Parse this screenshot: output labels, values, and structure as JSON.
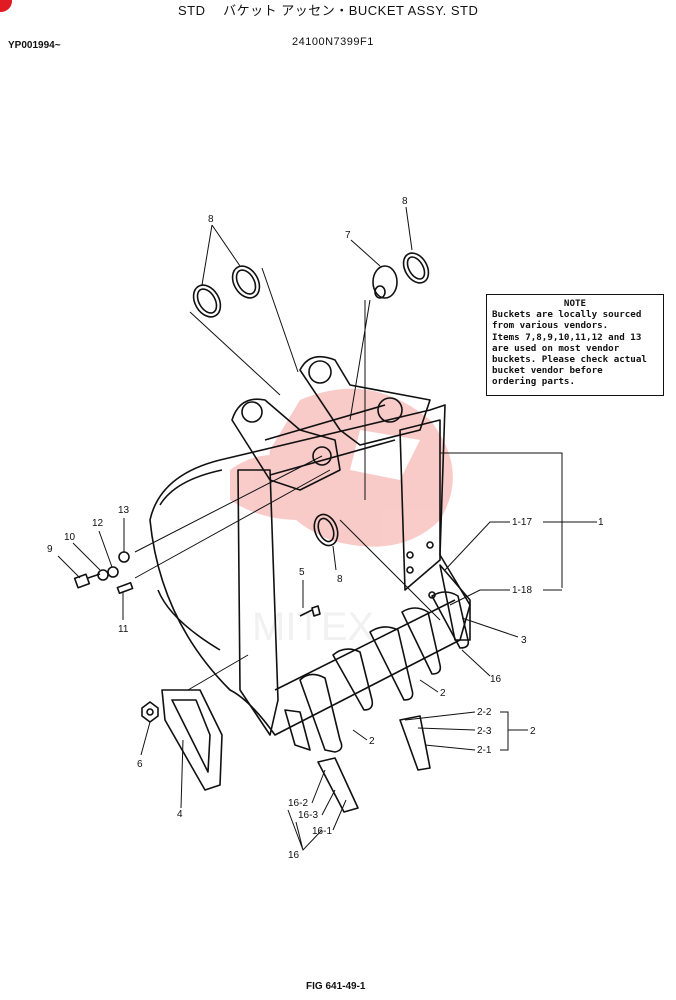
{
  "header": {
    "title": "STD　 バケット アッセン・BUCKET ASSY. STD",
    "serial_range": "YP001994~",
    "part_number": "24100N7399F1"
  },
  "note": {
    "title": "NOTE",
    "lines": [
      "Buckets are locally sourced",
      "from various vendors.",
      "Items 7,8,9,10,11,12 and 13",
      "are used on most vendor",
      "buckets. Please check actual",
      "bucket vendor before",
      "ordering parts."
    ]
  },
  "labels": {
    "l8a": "8",
    "l8b": "8",
    "l8c": "8",
    "l7": "7",
    "l13": "13",
    "l12": "12",
    "l10": "10",
    "l9": "9",
    "l11": "11",
    "l5": "5",
    "l6": "6",
    "l4": "4",
    "l1_17": "1-17",
    "l1": "1",
    "l1_18": "1-18",
    "l3": "3",
    "l16": "16",
    "l2a": "2",
    "l2b": "2",
    "l2_2": "2-2",
    "l2_3": "2-3",
    "l2_1": "2-1",
    "l2c": "2",
    "l16_2": "16-2",
    "l16_3": "16-3",
    "l16_1": "16-1",
    "l16b": "16"
  },
  "watermark": {
    "text": "MITEX",
    "color": "#e8463c"
  },
  "footer": {
    "figure": "FIG 641-49-1"
  }
}
